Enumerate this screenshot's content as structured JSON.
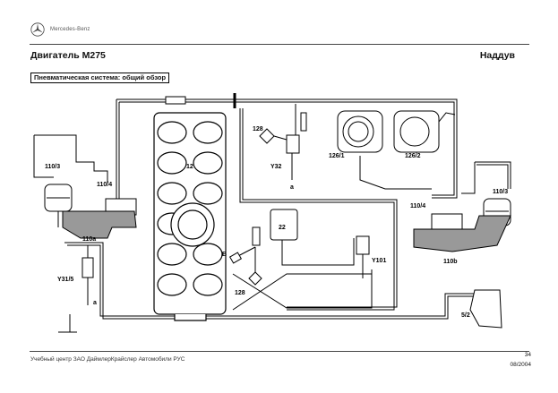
{
  "header": {
    "brand_name": "Mercedes-Benz",
    "title": "Двигатель М275",
    "section": "Наддув",
    "subtitle": "Пневматическая система: общий обзор"
  },
  "diagram": {
    "labels": {
      "c12": "12",
      "c128_top": "128",
      "y32": "Y32",
      "a_top": "a",
      "c126_1": "126/1",
      "c126_2": "126/2",
      "c110_3_left": "110/3",
      "c110_4_left": "110/4",
      "c110a": "110a",
      "c22": "22",
      "b": "B",
      "y101": "Y101",
      "c128_mid": "128",
      "y31_5": "Y31/5",
      "a_left": "a",
      "c110_4_right": "110/4",
      "c110_3_right": "110/3",
      "c110b": "110b",
      "c5_2": "5/2"
    }
  },
  "footer": {
    "org": "Учебный центр ЗАО ДаймлерКрайслер Автомобили РУС",
    "page": "34",
    "date": "08/2004"
  }
}
